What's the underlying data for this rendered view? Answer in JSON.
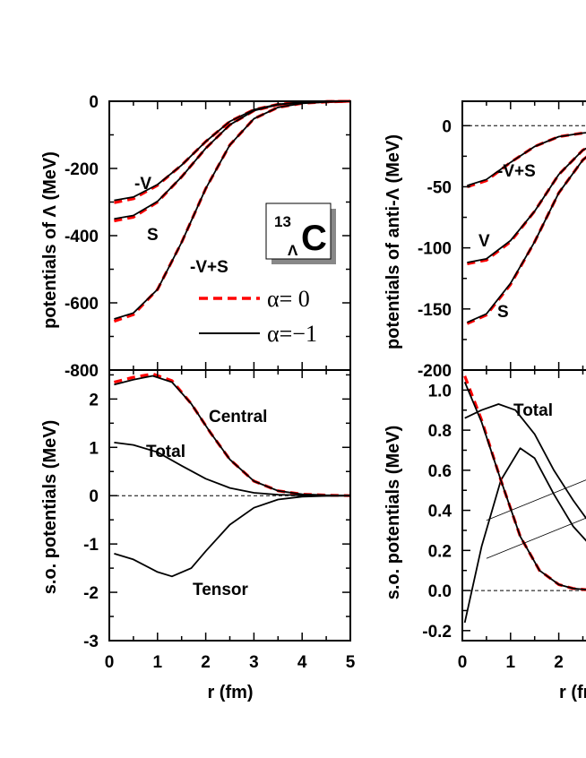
{
  "chart_data": [
    {
      "type": "line",
      "xlim": [
        0,
        5
      ],
      "ylim": [
        -800,
        0
      ],
      "ylabel": "potentials of Λ (MeV)",
      "y_ticks": [
        0,
        -200,
        -400,
        -600,
        -800
      ],
      "zero_line": "dashed",
      "series": [
        {
          "name": "α= 0",
          "style": "dashed",
          "color": "#ff0000",
          "curves": {
            "-V": {
              "x": [
                0.1,
                0.5,
                1,
                1.5,
                2,
                2.5,
                3,
                3.5,
                4,
                4.5,
                5
              ],
              "y": [
                -302,
                -290,
                -250,
                -190,
                -120,
                -60,
                -25,
                -9,
                -3,
                -1,
                0
              ]
            },
            "S": {
              "x": [
                0.1,
                0.5,
                1,
                1.5,
                2,
                2.5,
                3,
                3.5,
                4,
                4.5,
                5
              ],
              "y": [
                -356,
                -345,
                -300,
                -225,
                -140,
                -70,
                -28,
                -10,
                -3,
                -1,
                0
              ]
            },
            "-V+S": {
              "x": [
                0.1,
                0.5,
                1,
                1.5,
                2,
                2.5,
                3,
                3.5,
                4,
                4.5,
                5
              ],
              "y": [
                -655,
                -635,
                -560,
                -420,
                -260,
                -130,
                -52,
                -18,
                -6,
                -2,
                0
              ]
            }
          }
        },
        {
          "name": "α=−1",
          "style": "solid",
          "color": "#000000",
          "curves": {
            "-V": {
              "x": [
                0.1,
                0.5,
                1,
                1.5,
                2,
                2.5,
                3,
                3.5,
                4,
                4.5,
                5
              ],
              "y": [
                -295,
                -285,
                -248,
                -190,
                -120,
                -60,
                -25,
                -9,
                -3,
                -1,
                0
              ]
            },
            "S": {
              "x": [
                0.1,
                0.5,
                1,
                1.5,
                2,
                2.5,
                3,
                3.5,
                4,
                4.5,
                5
              ],
              "y": [
                -350,
                -340,
                -298,
                -225,
                -140,
                -70,
                -28,
                -10,
                -3,
                -1,
                0
              ]
            },
            "-V+S": {
              "x": [
                0.1,
                0.5,
                1,
                1.5,
                2,
                2.5,
                3,
                3.5,
                4,
                4.5,
                5
              ],
              "y": [
                -648,
                -630,
                -560,
                -420,
                -260,
                -130,
                -52,
                -18,
                -6,
                -2,
                0
              ]
            }
          }
        }
      ],
      "annotations": [
        "-V",
        "S",
        "-V+S"
      ],
      "badge": {
        "mass_number": "13",
        "subscript": "Λ",
        "element": "C"
      },
      "legend": [
        {
          "label": "α= 0",
          "style": "dashed",
          "color": "#ff0000"
        },
        {
          "label": "α=−1",
          "style": "solid",
          "color": "#000000"
        }
      ]
    },
    {
      "type": "line",
      "xlim": [
        0,
        5
      ],
      "ylim": [
        -3,
        2.6
      ],
      "xlabel": "r (fm)",
      "ylabel": "s.o. potentials (MeV)",
      "x_ticks": [
        0,
        1,
        2,
        3,
        4,
        5
      ],
      "y_ticks": [
        2,
        1,
        0,
        -1,
        -2,
        -3
      ],
      "zero_line": "dashed",
      "series": [
        {
          "name": "Central",
          "style": "dashed",
          "color": "#ff0000",
          "x": [
            0.1,
            0.5,
            0.9,
            1.3,
            1.7,
            2.1,
            2.5,
            3,
            3.5,
            4,
            4.5,
            5
          ],
          "y": [
            2.35,
            2.45,
            2.52,
            2.38,
            1.9,
            1.3,
            0.75,
            0.3,
            0.1,
            0.03,
            0.01,
            0
          ]
        },
        {
          "name": "Central",
          "style": "solid",
          "color": "#000000",
          "x": [
            0.1,
            0.5,
            0.9,
            1.3,
            1.7,
            2.1,
            2.5,
            3,
            3.5,
            4,
            4.5,
            5
          ],
          "y": [
            2.3,
            2.4,
            2.48,
            2.35,
            1.9,
            1.3,
            0.75,
            0.3,
            0.1,
            0.03,
            0.01,
            0
          ]
        },
        {
          "name": "Total",
          "style": "solid",
          "color": "#000000",
          "x": [
            0.1,
            0.5,
            1,
            1.5,
            2,
            2.5,
            3,
            3.5,
            4,
            4.5,
            5
          ],
          "y": [
            1.1,
            1.05,
            0.9,
            0.62,
            0.35,
            0.16,
            0.06,
            0.02,
            0.005,
            0,
            0
          ]
        },
        {
          "name": "Tensor",
          "style": "solid",
          "color": "#000000",
          "x": [
            0.1,
            0.5,
            1,
            1.3,
            1.7,
            2,
            2.5,
            3,
            3.5,
            4,
            4.5,
            5
          ],
          "y": [
            -1.2,
            -1.32,
            -1.58,
            -1.67,
            -1.5,
            -1.15,
            -0.6,
            -0.25,
            -0.08,
            -0.02,
            -0.005,
            0
          ]
        }
      ],
      "annotations": [
        "Central",
        "Total",
        "Tensor"
      ]
    },
    {
      "type": "line",
      "xlim": [
        0,
        5
      ],
      "ylim": [
        -200,
        20
      ],
      "ylabel": "potentials of anti-Λ (MeV)",
      "y_ticks": [
        0,
        -50,
        -100,
        -150,
        -200
      ],
      "zero_line": "dashed",
      "series": [
        {
          "name": "α= 0",
          "style": "dashed",
          "color": "#ff0000",
          "curves": {
            "-V+S": {
              "x": [
                0.1,
                0.5,
                1,
                1.5,
                2,
                2.5,
                3
              ],
              "y": [
                -50,
                -45,
                -30,
                -17,
                -9,
                -6,
                -4
              ]
            },
            "V": {
              "x": [
                0.1,
                0.5,
                1,
                1.5,
                2,
                2.5,
                3
              ],
              "y": [
                -113,
                -110,
                -95,
                -70,
                -40,
                -20,
                -10
              ]
            },
            "S": {
              "x": [
                0.1,
                0.5,
                1,
                1.5,
                2,
                2.5,
                3
              ],
              "y": [
                -162,
                -155,
                -130,
                -95,
                -55,
                -28,
                -12
              ]
            }
          }
        },
        {
          "name": "α=−1",
          "style": "solid",
          "color": "#000000",
          "curves": {
            "-V+S": {
              "x": [
                0.1,
                0.5,
                1,
                1.5,
                2,
                2.5,
                3
              ],
              "y": [
                -49,
                -44,
                -30,
                -17,
                -9,
                -6,
                -4
              ]
            },
            "V": {
              "x": [
                0.1,
                0.5,
                1,
                1.5,
                2,
                2.5,
                3
              ],
              "y": [
                -112,
                -109,
                -94,
                -70,
                -40,
                -20,
                -10
              ]
            },
            "S": {
              "x": [
                0.1,
                0.5,
                1,
                1.5,
                2,
                2.5,
                3
              ],
              "y": [
                -161,
                -154,
                -129,
                -95,
                -55,
                -28,
                -12
              ]
            }
          }
        }
      ],
      "annotations": [
        "-V+S",
        "V",
        "S"
      ]
    },
    {
      "type": "line",
      "xlim": [
        0,
        5
      ],
      "ylim": [
        -0.25,
        1.1
      ],
      "xlabel": "r (fm)",
      "ylabel": "s.o. potentials (MeV)",
      "x_ticks": [
        0,
        1,
        2
      ],
      "y_ticks": [
        1.0,
        0.8,
        0.6,
        0.4,
        0.2,
        0.0,
        -0.2
      ],
      "zero_line": "dashed",
      "series": [
        {
          "name": "Total",
          "style": "solid",
          "color": "#000000",
          "x": [
            0.05,
            0.4,
            0.75,
            1.1,
            1.5,
            1.9,
            2.3,
            2.75
          ],
          "y": [
            0.86,
            0.9,
            0.93,
            0.9,
            0.78,
            0.6,
            0.45,
            0.3
          ]
        },
        {
          "name": "",
          "style": "solid",
          "color": "#000000",
          "x": [
            0.05,
            0.4,
            0.8,
            1.2,
            1.5,
            1.9,
            2.3,
            2.75
          ],
          "y": [
            -0.16,
            0.22,
            0.55,
            0.71,
            0.66,
            0.48,
            0.32,
            0.2
          ]
        },
        {
          "name": "",
          "style": "dashed",
          "color": "#ff0000",
          "x": [
            0.05,
            0.4,
            0.8,
            1.2,
            1.6,
            2,
            2.3,
            2.75
          ],
          "y": [
            1.07,
            0.85,
            0.55,
            0.27,
            0.1,
            0.03,
            0.01,
            0
          ]
        },
        {
          "name": "",
          "style": "solid",
          "color": "#000000",
          "x": [
            0.05,
            0.4,
            0.8,
            1.2,
            1.6,
            2,
            2.3,
            2.75
          ],
          "y": [
            1.04,
            0.84,
            0.55,
            0.27,
            0.1,
            0.03,
            0.01,
            0
          ]
        },
        {
          "name": "",
          "style": "thin",
          "color": "#000000",
          "x": [
            0.5,
            2.75
          ],
          "y": [
            0.35,
            0.57
          ]
        },
        {
          "name": "",
          "style": "thin",
          "color": "#000000",
          "x": [
            0.5,
            2.75
          ],
          "y": [
            0.16,
            0.38
          ]
        }
      ],
      "annotations": [
        "Total"
      ]
    }
  ]
}
